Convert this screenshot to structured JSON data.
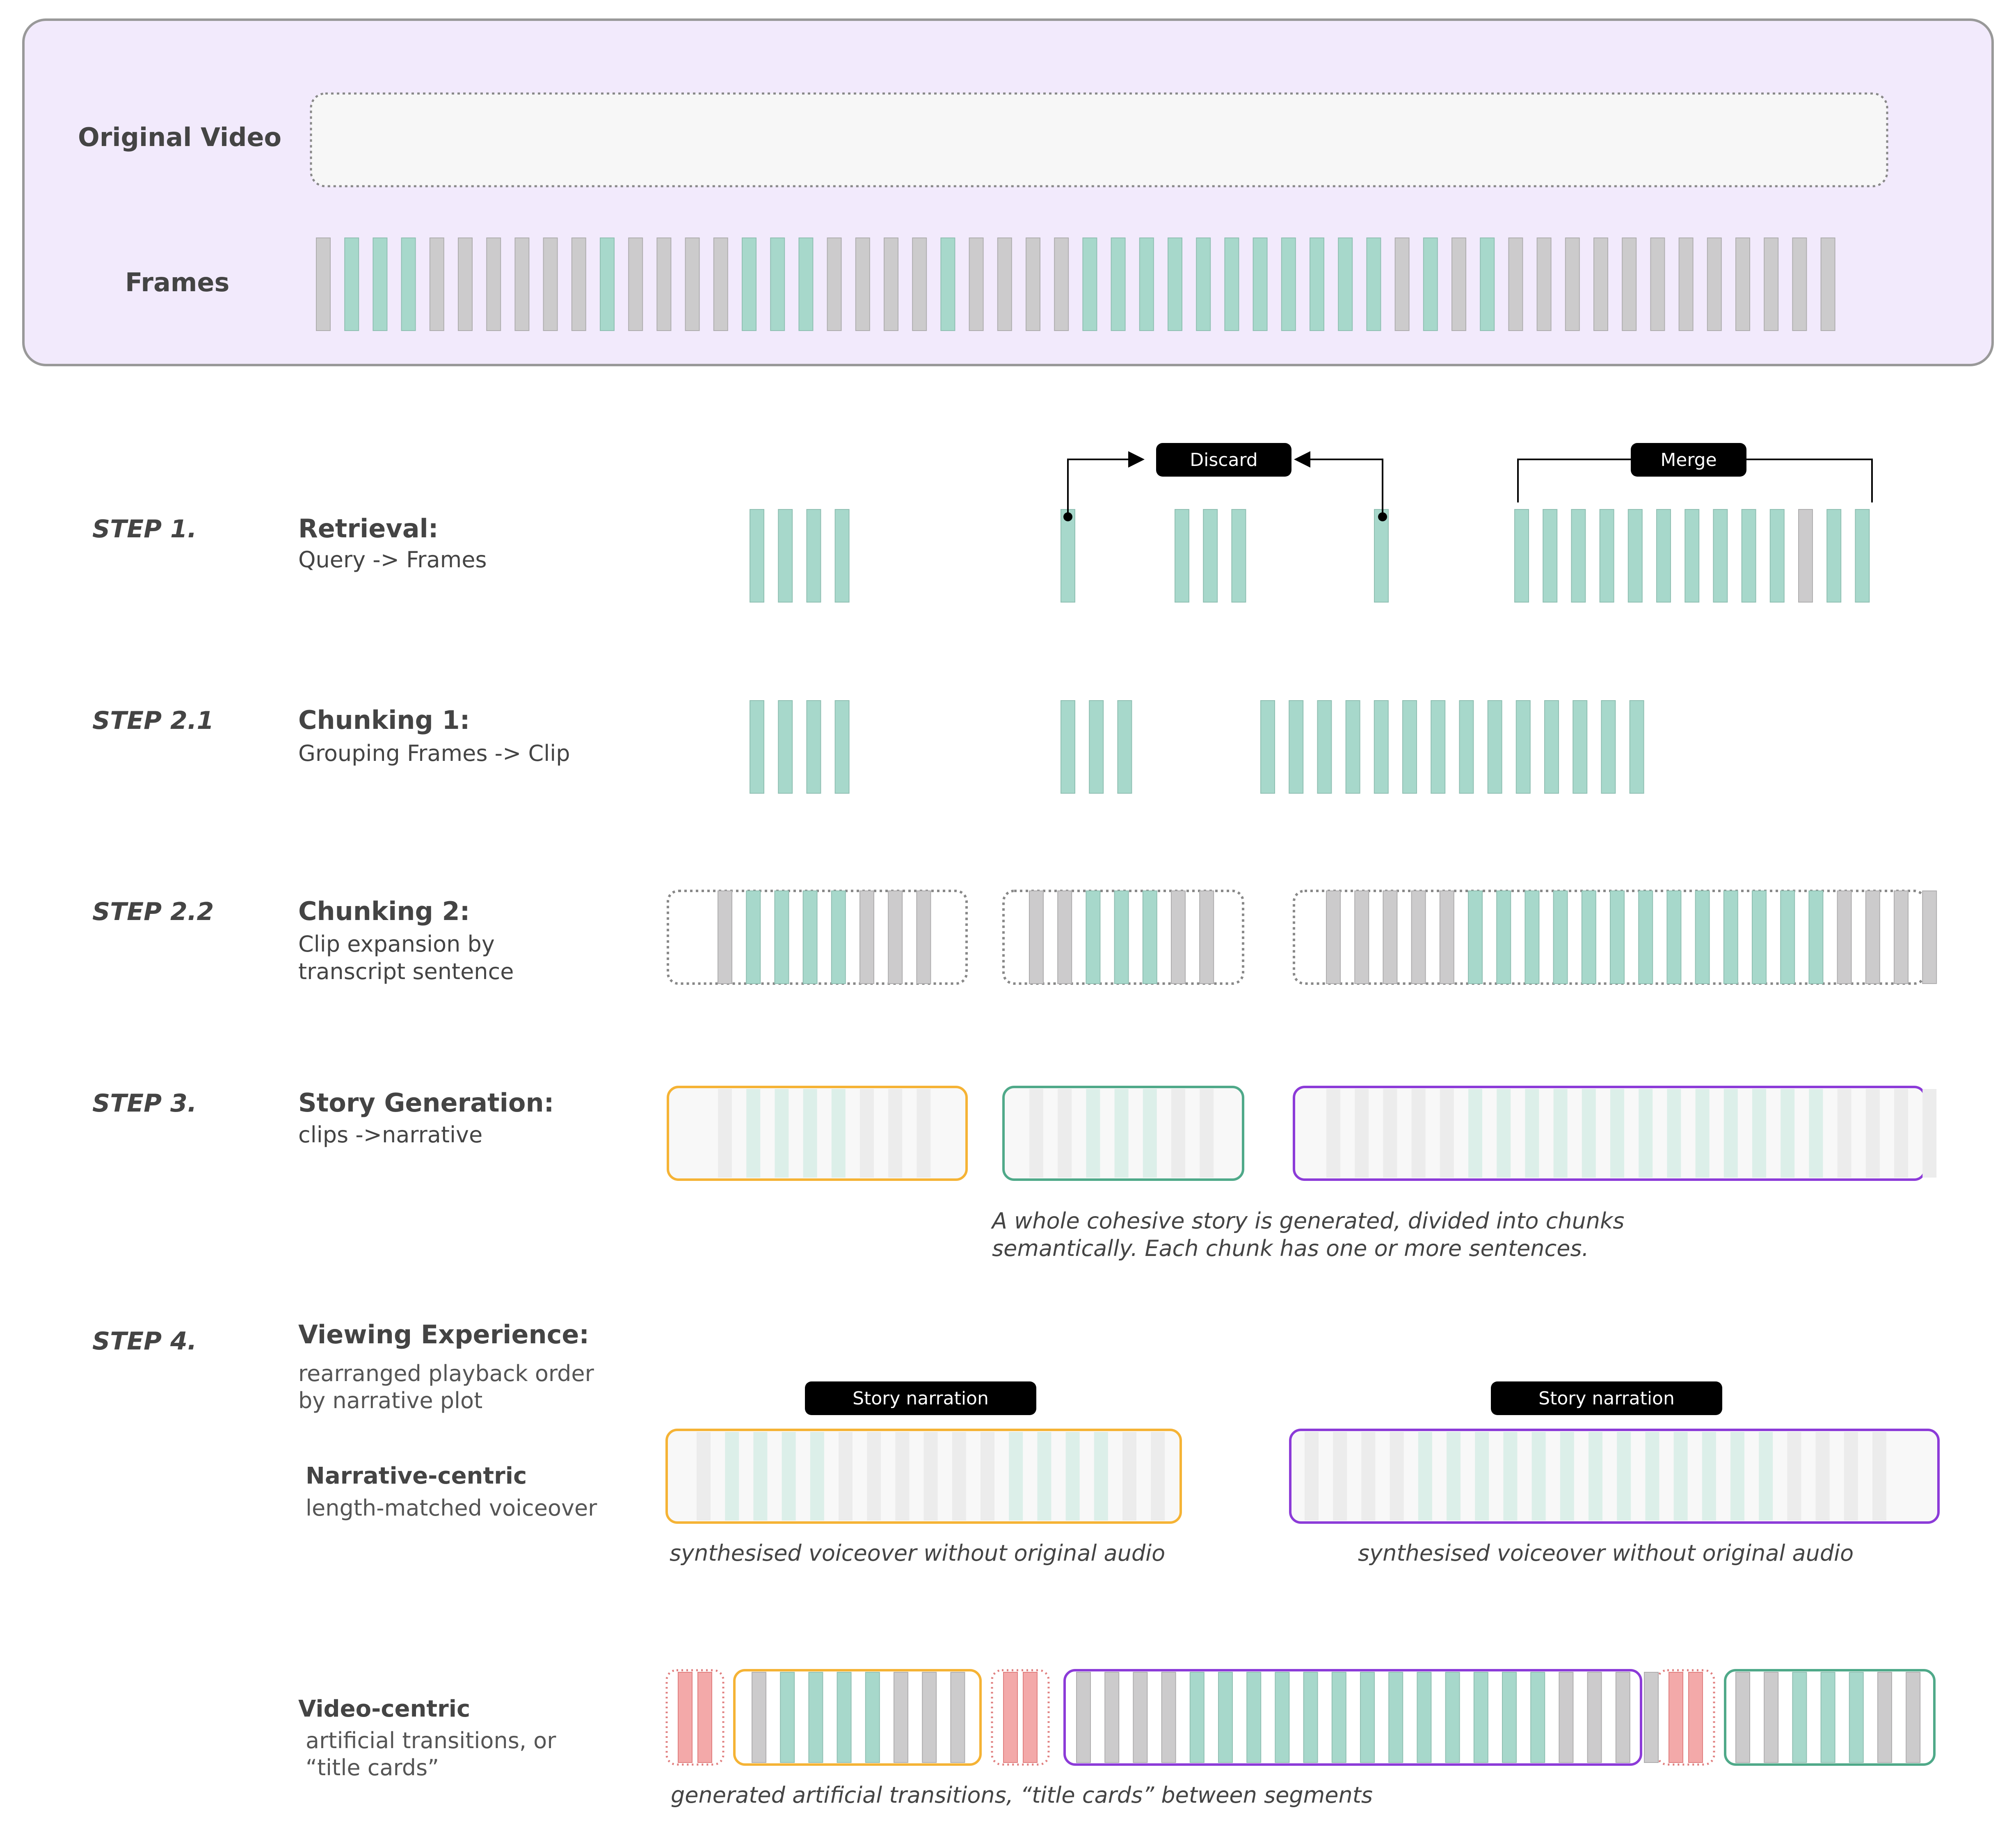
{
  "top": {
    "original_video_label": "Original Video",
    "frames_label": "Frames",
    "frames": "gtttggggggtggggtttggggtggggtttttttttttgtgtgggggggggggg"
  },
  "colors": {
    "teal": "#a7d8cb",
    "teal_stroke": "#8fbfb2",
    "gray": "#cccbcc",
    "gray_stroke": "#aeadae",
    "pale_teal": "#dcefe9",
    "pale_gray": "#ececec",
    "pink": "#f3a9a9",
    "pink_stroke": "#e07e7e",
    "orange": "#f5b335",
    "green": "#4fa989",
    "purple": "#8c3bd8",
    "top_panel_bg": "#f2eafc",
    "top_panel_border": "#999999",
    "badge_bg": "#000000"
  },
  "step1": {
    "step": "STEP 1.",
    "title": "Retrieval:",
    "subtitle": "Query -> Frames",
    "discard_label": "Discard",
    "merge_label": "Merge",
    "groups": [
      "tttt",
      "t",
      "ttt",
      "t",
      "ttttttttttgtt"
    ]
  },
  "step21": {
    "step": "STEP 2.1",
    "title": "Chunking 1:",
    "subtitle": "Grouping Frames -> Clip",
    "groups": [
      "tttt",
      "ttt",
      "tttttttttttttt"
    ]
  },
  "step22": {
    "step": "STEP 2.2",
    "title": "Chunking 2:",
    "subtitle_lines": [
      "Clip expansion by",
      "transcript sentence"
    ],
    "groups": [
      "gttttggg",
      "ggtttgg",
      "gggggtttttttttttttgggg"
    ]
  },
  "step3": {
    "step": "STEP 3.",
    "title": "Story Generation:",
    "subtitle": "clips ->narrative",
    "caption_lines": [
      "A whole cohesive story is generated, divided into chunks",
      "semantically. Each chunk has one or more sentences."
    ]
  },
  "step4": {
    "step": "STEP 4.",
    "title": "Viewing Experience:",
    "subtitle_lines": [
      "rearranged playback order",
      "by narrative plot"
    ],
    "narrative": {
      "title": "Narrative-centric",
      "subtitle": "length-matched voiceover",
      "badge": "Story narration",
      "caption": "synthesised voiceover without original audio",
      "groups": [
        "gttttggggggttttgg",
        "ggggtttttttttttttgggg"
      ]
    },
    "video": {
      "title": "Video-centric",
      "subtitle_lines": [
        "artificial transitions, or",
        "“title cards”"
      ],
      "caption": "generated artificial transitions, “title cards” between segments",
      "groups": [
        "gttttggg",
        "ggggtttttttttttttgggg",
        "ggtttgg"
      ]
    }
  }
}
